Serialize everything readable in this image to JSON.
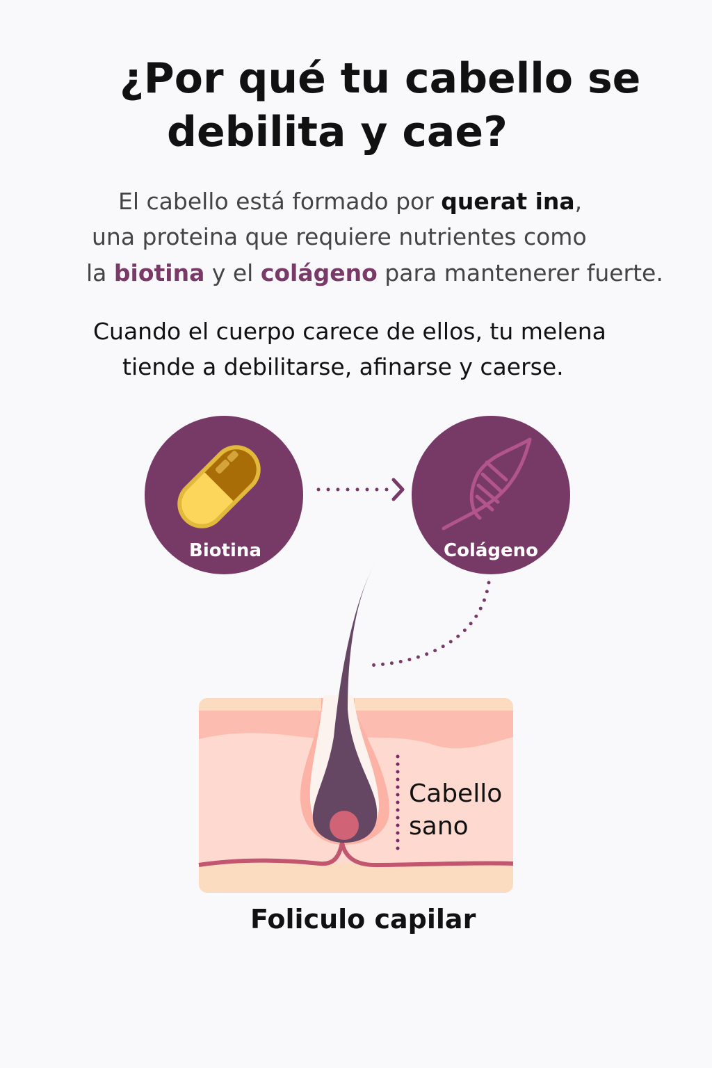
{
  "title": {
    "line1": "¿Por qué tu cabello se",
    "line2": "debilita y cae?"
  },
  "intro": {
    "l1_a": "El cabello está formado por ",
    "l1_b": "querat ina",
    "l1_c": ",",
    "l2": "una proteina que requiere nutrientes como",
    "l3_a": "la ",
    "l3_b": "biotina",
    "l3_c": " y el ",
    "l3_d": "colágeno",
    "l3_e": " para mantenerer fuerte."
  },
  "warning": {
    "l1": "Cuando el cuerpo carece de ellos, tu melena",
    "l2": "tiende a debilitarse, afinarse y caerse."
  },
  "nutrients": [
    {
      "label": "Biotina",
      "icon": "capsule-icon"
    },
    {
      "label": "Colágeno",
      "icon": "dna-icon"
    }
  ],
  "follicle": {
    "label_l1": "Cabello",
    "label_l2": "sano",
    "caption": "Foliculo capilar"
  },
  "colors": {
    "accent": "#773a66",
    "hair": "#654763",
    "skin": "#fdd9cf",
    "skin_top": "#fdbcb0",
    "papilla": "#d06476",
    "vessel": "#c25670"
  }
}
